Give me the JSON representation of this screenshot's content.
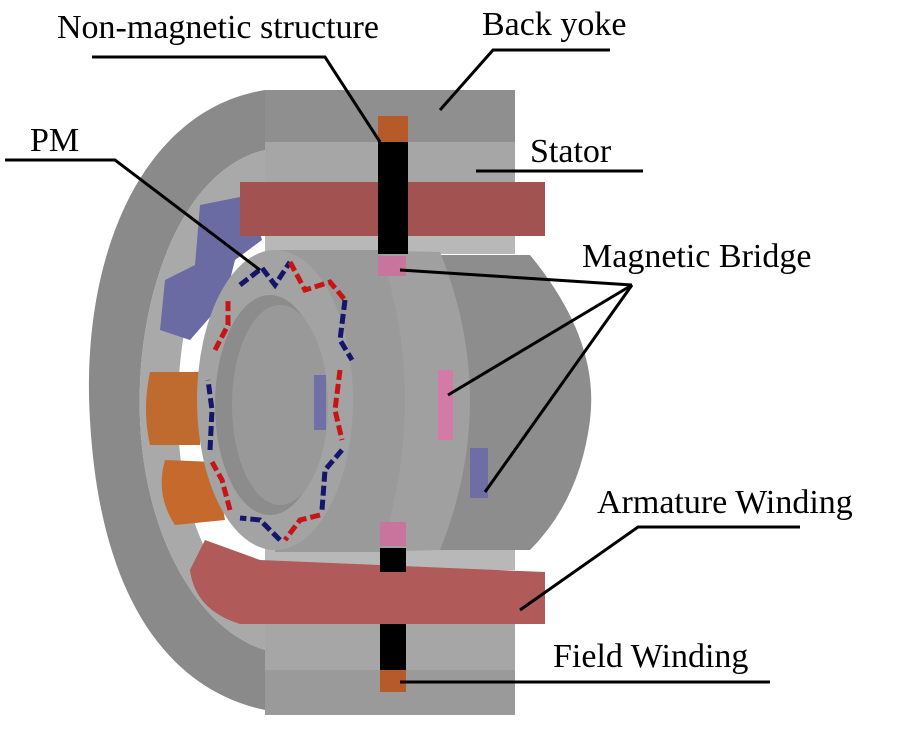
{
  "figure": {
    "type": "3D cutaway machine structure",
    "labels": {
      "non_magnetic_structure": "Non-magnetic structure",
      "back_yoke": "Back yoke",
      "pm": "PM",
      "stator": "Stator",
      "magnetic_bridge": "Magnetic Bridge",
      "armature_winding": "Armature Winding",
      "field_winding": "Field Winding"
    },
    "colors": {
      "back_yoke": "#8e8e8e",
      "stator": "#a8a8a8",
      "rotor": "#9a9a9a",
      "armature_winding": "#a85454",
      "field_winding": "#b8622a",
      "pm_red": "#cc1a1a",
      "pm_blue": "#1a1a7a",
      "magnetic_bridge": "#d77aa6",
      "purple_coil": "#6a6aa0",
      "non_magnetic": "#000000",
      "leader_line": "#000000"
    }
  }
}
